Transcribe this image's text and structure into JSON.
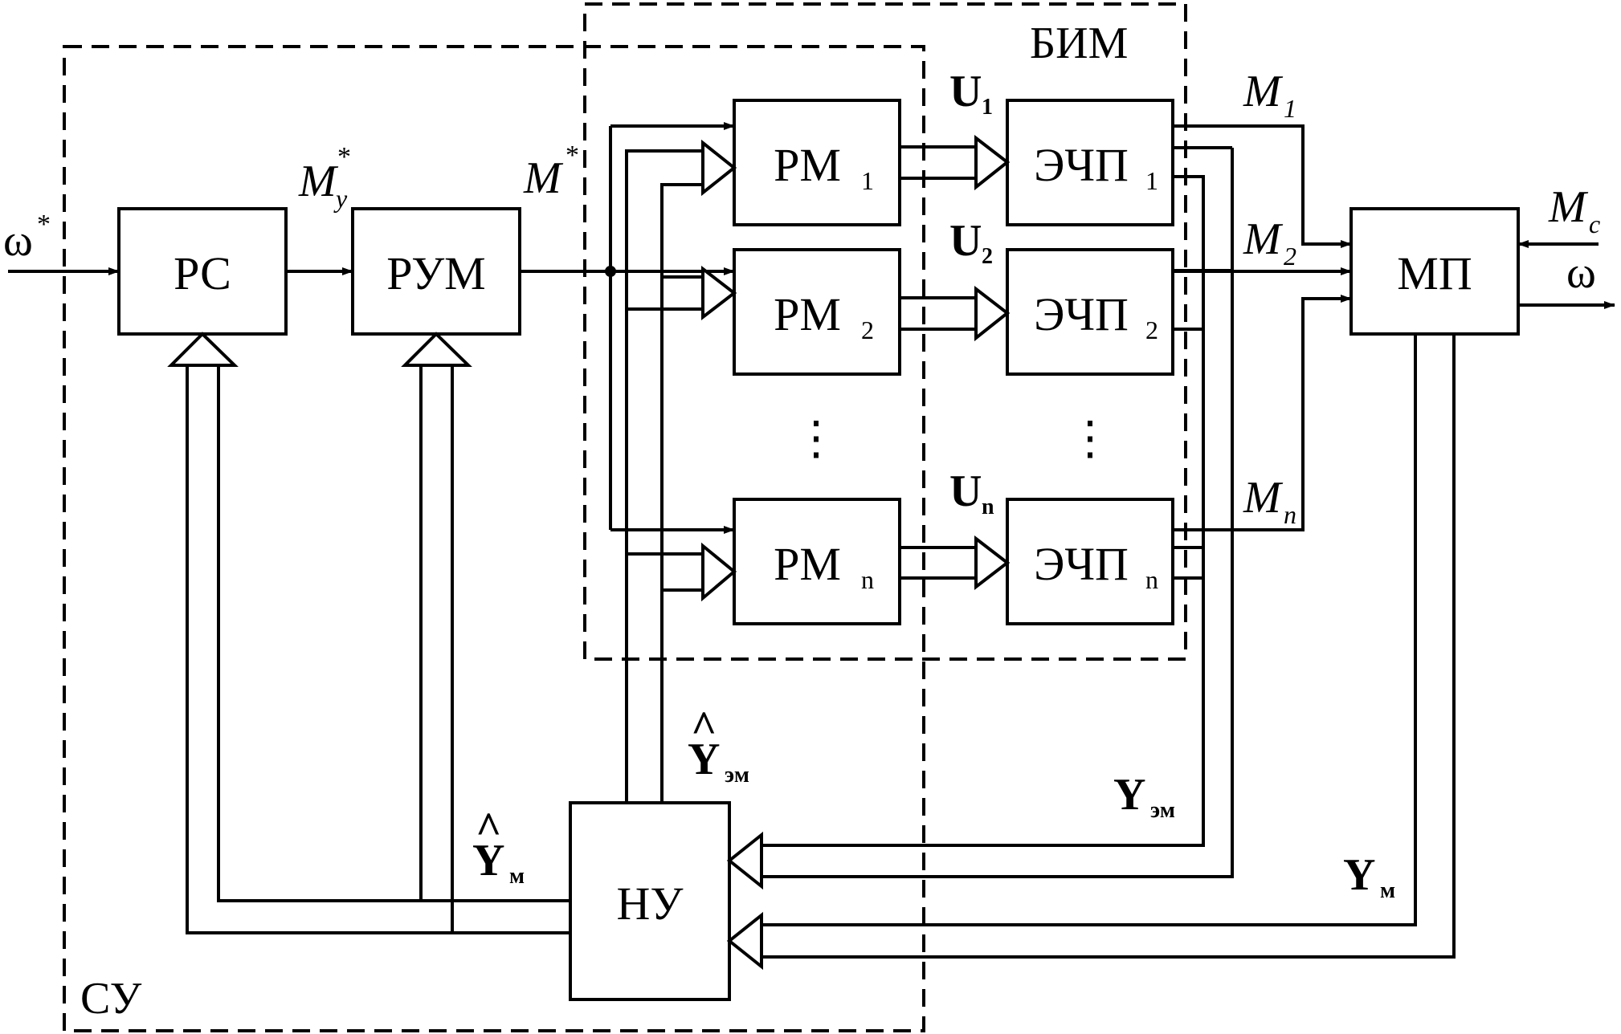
{
  "groups": {
    "su": "СУ",
    "bim": "БИМ"
  },
  "blocks": {
    "rs": "РС",
    "rum": "РУМ",
    "pm": "РМ",
    "echp": "ЭЧП",
    "mp": "МП",
    "nu": "НУ"
  },
  "subscripts": {
    "one": "1",
    "two": "2",
    "n": "n"
  },
  "signals": {
    "omega": "ω",
    "star": "*",
    "M": "M",
    "y_sub": "у",
    "c_sub": "c",
    "U": "U",
    "Y": "Y",
    "hat": "^",
    "em_sub": "эм",
    "m_sub": "м"
  },
  "ellipsis": "⋮"
}
